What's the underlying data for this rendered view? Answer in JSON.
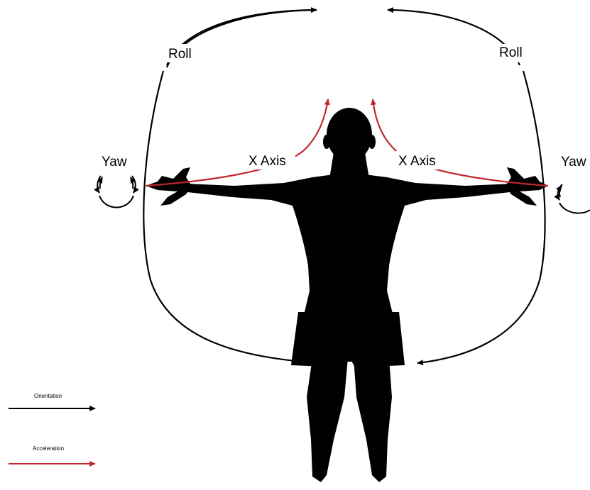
{
  "labels": {
    "roll_left": "Roll",
    "roll_right": "Roll",
    "yaw_left": "Yaw",
    "yaw_right": "Yaw",
    "x_axis_left": "X Axis",
    "x_axis_right": "X Axis"
  },
  "legend": {
    "orientation": "Orientation",
    "acceleration": "Acceleration"
  },
  "colors": {
    "orientation": "#000000",
    "acceleration": "#c0272d",
    "silhouette": "#000000"
  },
  "figure": "human-silhouette-arms-outstretched-back-view"
}
